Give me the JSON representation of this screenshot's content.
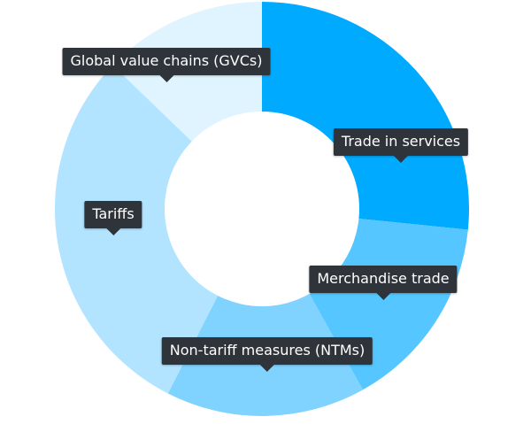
{
  "chart_data": {
    "type": "pie",
    "variant": "donut",
    "categories": [
      "Trade in services",
      "Merchandise trade",
      "Non-tariff measures (NTMs)",
      "Tariffs",
      "Global value chains (GVCs)"
    ],
    "values": [
      26.6,
      15.3,
      15.6,
      29.7,
      12.8
    ],
    "colors": [
      "#00aaff",
      "#55c6ff",
      "#80d2ff",
      "#b3e4ff",
      "#e0f4ff"
    ],
    "legend": "none",
    "labels": "tooltip-callouts"
  }
}
